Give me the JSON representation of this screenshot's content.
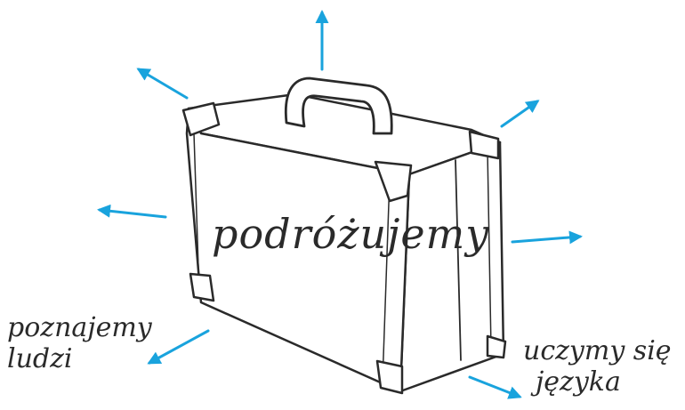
{
  "center_text": "podróżujemy",
  "labels": {
    "people_line1": "poznajemy",
    "people_line2": "ludzi",
    "language_line1": "uczymy się",
    "language_line2": "języka"
  },
  "colors": {
    "arrow": "#19a3dd",
    "ink": "#2a2a2a",
    "suitcase_fill": "#ffffff"
  },
  "icons": {
    "suitcase": "suitcase-illustration",
    "arrows": "arrow-icon"
  }
}
